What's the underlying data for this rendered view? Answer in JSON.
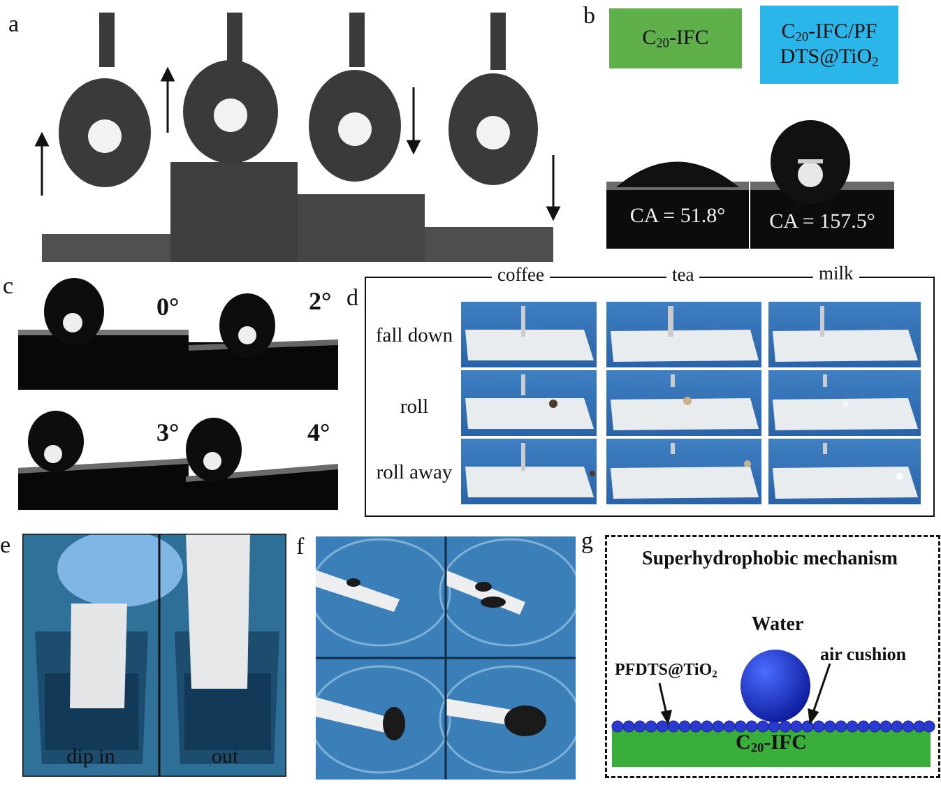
{
  "panels": {
    "a": {
      "label": "a"
    },
    "b": {
      "label": "b",
      "box_left": {
        "text": "C",
        "sub": "20",
        "tail": "-IFC",
        "color": "#5fb04a"
      },
      "box_right": {
        "line1_pre": "C",
        "line1_sub": "20",
        "line1_tail": "-IFC/PF",
        "line2_pre": "DTS@TiO",
        "line2_sub": "2",
        "color": "#2bb6ea"
      },
      "ca_left": "CA = 51.8°",
      "ca_right": "CA = 157.5°"
    },
    "c": {
      "label": "c",
      "angles": [
        "0°",
        "2°",
        "3°",
        "4°"
      ]
    },
    "d": {
      "label": "d",
      "columns": [
        "coffee",
        "tea",
        "milk"
      ],
      "rows": [
        "fall down",
        "roll",
        "roll away"
      ]
    },
    "e": {
      "label": "e",
      "captions": [
        "dip in",
        "out"
      ]
    },
    "f": {
      "label": "f"
    },
    "g": {
      "label": "g",
      "title": "Superhydrophobic mechanism",
      "water": "Water",
      "air": "air cushion",
      "coating_pre": "PFDTS@TiO",
      "coating_sub": "2",
      "substrate_pre": "C",
      "substrate_sub": "20",
      "substrate_tail": "-IFC",
      "substrate_color": "#3aae3a",
      "drop_color": "#1a2fd0"
    }
  }
}
